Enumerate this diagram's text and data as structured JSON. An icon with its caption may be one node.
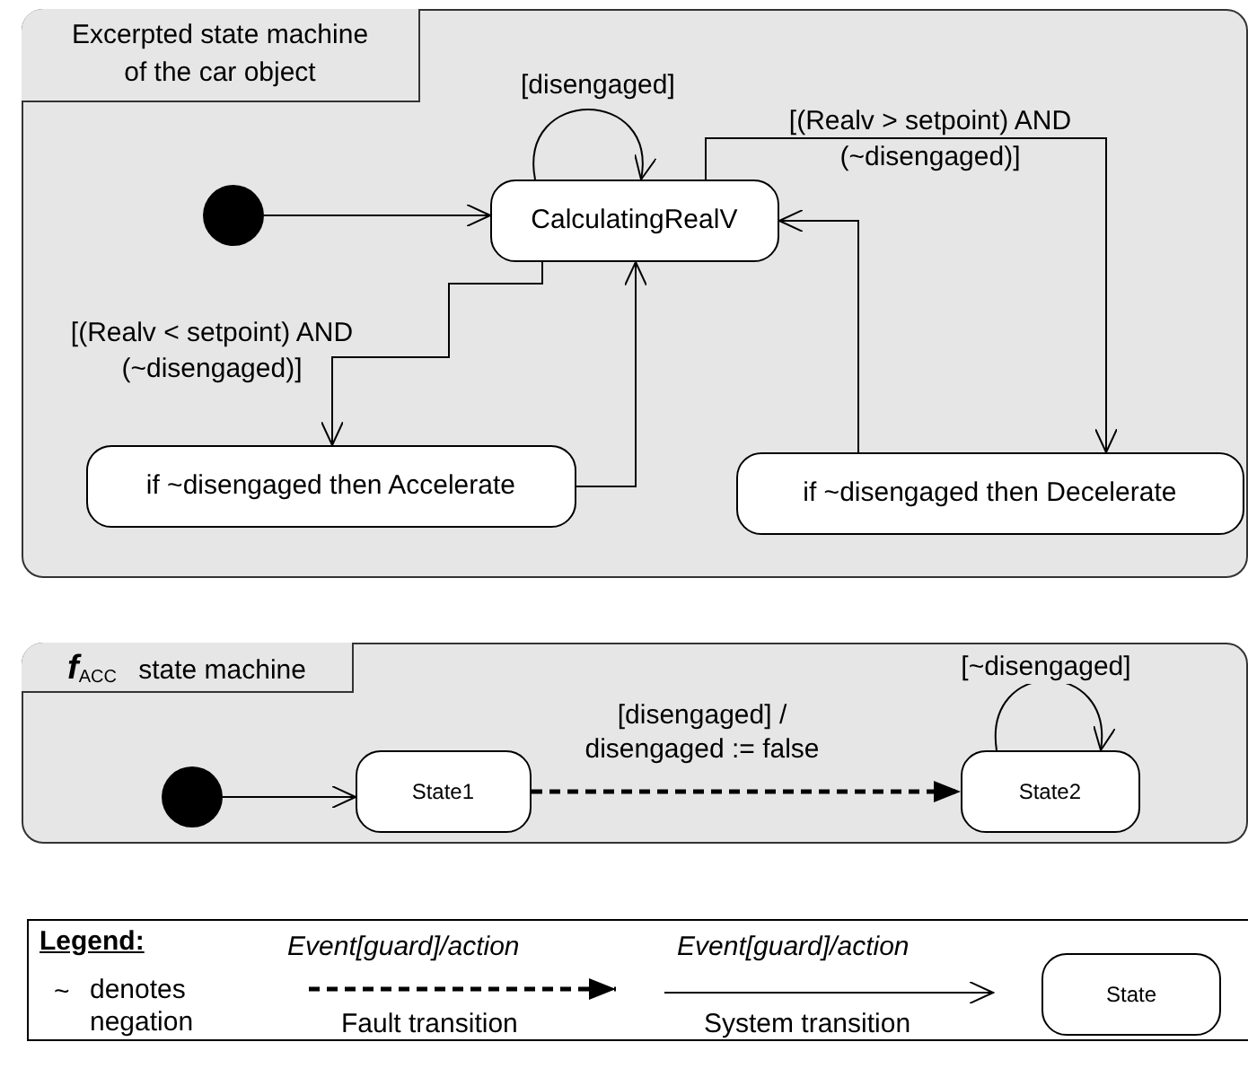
{
  "diagram": {
    "nodes": [
      {
        "text": [
          "Excerpted state machine of the car object"
        ]
      },
      {
        "text": [],
        "shape": "circle",
        "in": 0
      },
      {
        "text": [
          "CalculatingRealV"
        ],
        "in": 0
      },
      {
        "text": [
          "if ~disengaged then Accelerate"
        ],
        "in": 0
      },
      {
        "text": [
          "if ~disengaged then Decelerate"
        ],
        "in": 0
      },
      {
        "text": [
          "**f**$_{ACC}$ state machine"
        ]
      },
      {
        "text": [],
        "shape": "circle",
        "in": 5
      },
      {
        "text": [
          "State1"
        ],
        "in": 5
      },
      {
        "text": [
          "State2"
        ],
        "in": 5
      }
    ],
    "edges": [
      {
        "from": 1,
        "to": 2,
        "arrow": "to"
      },
      {
        "from": 2,
        "to": 2,
        "arrow": "to",
        "label": "[disengaged]"
      },
      {
        "from": 2,
        "to": 4,
        "arrow": "to",
        "label": "[(Realv > setpoint)  AND (~disengaged)]"
      },
      {
        "from": 4,
        "to": 2,
        "arrow": "to"
      },
      {
        "from": 2,
        "to": 3,
        "arrow": "to",
        "label": "[(Realv < setpoint) AND (~disengaged)]"
      },
      {
        "from": 3,
        "to": 2,
        "arrow": "to"
      },
      {
        "from": 6,
        "to": 7,
        "arrow": "to"
      },
      {
        "from": 7,
        "to": 8,
        "arrow": "to",
        "style": "dashed",
        "label": "[disengaged] / disengaged := false"
      },
      {
        "from": 8,
        "to": 8,
        "arrow": "to",
        "label": "[~disengaged]"
      }
    ],
    "labels": [
      "Legend:",
      "~",
      "denotes negation",
      "Event[guard]/action",
      "Event[guard]/action"
    ],
    "legend": [
      {
        "text": "Fault transition"
      },
      {
        "text": "System transition"
      },
      {
        "text": "State"
      }
    ]
  }
}
